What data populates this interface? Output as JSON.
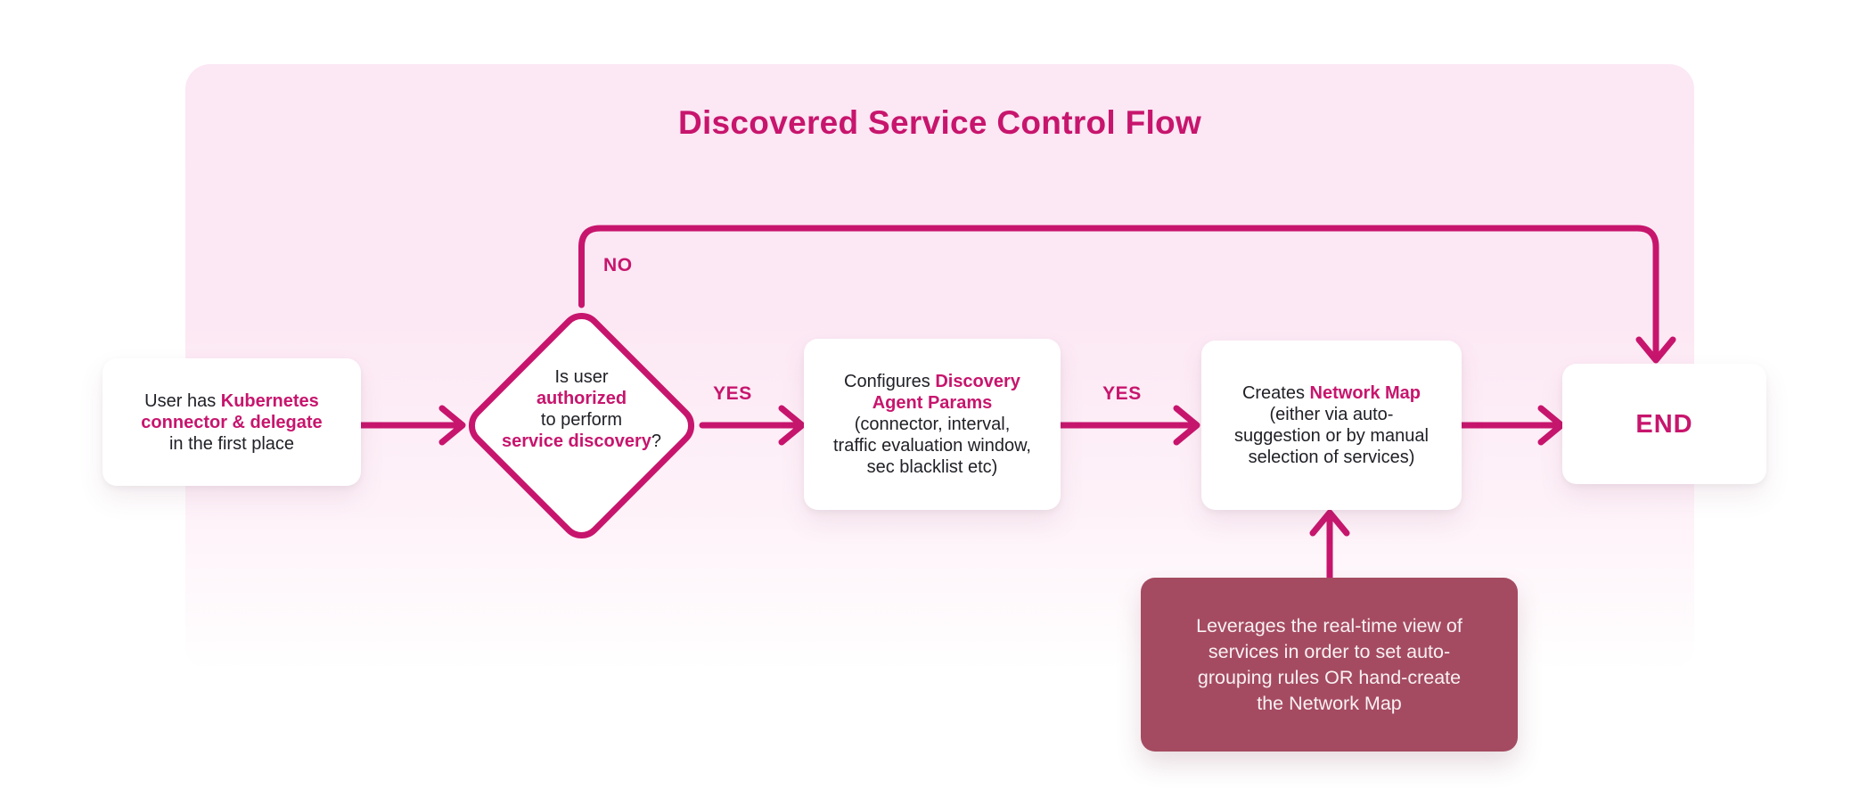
{
  "page": {
    "title": "Discovered Service Control Flow"
  },
  "colors": {
    "accent": "#C7156D",
    "panel_top": "#FCE7F4",
    "panel_bottom": "#FFFFFF",
    "maroon": "#A54B61",
    "ink": "#202127",
    "note_ink": "#F8F1F3"
  },
  "edge_labels": {
    "no": "NO",
    "yes_authorized": "YES",
    "yes_configured": "YES"
  },
  "nodes": {
    "start": {
      "lines": [
        [
          {
            "t": "User has ",
            "b": 0
          },
          {
            "t": "Kubernetes",
            "b": 1
          }
        ],
        [
          {
            "t": "connector & delegate",
            "b": 1
          }
        ],
        [
          {
            "t": "in the first place",
            "b": 0
          }
        ]
      ]
    },
    "decision": {
      "lines": [
        [
          {
            "t": "Is user",
            "b": 0
          }
        ],
        [
          {
            "t": "authorized",
            "b": 1
          }
        ],
        [
          {
            "t": "to perform",
            "b": 0
          }
        ],
        [
          {
            "t": "service discovery",
            "b": 1
          },
          {
            "t": "?",
            "b": 0
          }
        ]
      ]
    },
    "configure": {
      "lines": [
        [
          {
            "t": "Configures ",
            "b": 0
          },
          {
            "t": "Discovery",
            "b": 1
          }
        ],
        [
          {
            "t": "Agent Params",
            "b": 1
          }
        ],
        [
          {
            "t": "(connector, interval,",
            "b": 0
          }
        ],
        [
          {
            "t": "traffic evaluation window,",
            "b": 0
          }
        ],
        [
          {
            "t": "sec blacklist etc)",
            "b": 0
          }
        ]
      ]
    },
    "create": {
      "lines": [
        [
          {
            "t": "Creates ",
            "b": 0
          },
          {
            "t": "Network Map",
            "b": 1
          }
        ],
        [
          {
            "t": "(either via auto-",
            "b": 0
          }
        ],
        [
          {
            "t": "suggestion or by manual",
            "b": 0
          }
        ],
        [
          {
            "t": "selection of services)",
            "b": 0
          }
        ]
      ]
    },
    "end": {
      "label": "END"
    },
    "note": {
      "lines": [
        [
          {
            "t": "Leverages the real-time view of",
            "b": 0
          }
        ],
        [
          {
            "t": "services in order to set auto-",
            "b": 0
          }
        ],
        [
          {
            "t": "grouping rules OR hand-create",
            "b": 0
          }
        ],
        [
          {
            "t": "the Network Map",
            "b": 0
          }
        ]
      ]
    }
  }
}
